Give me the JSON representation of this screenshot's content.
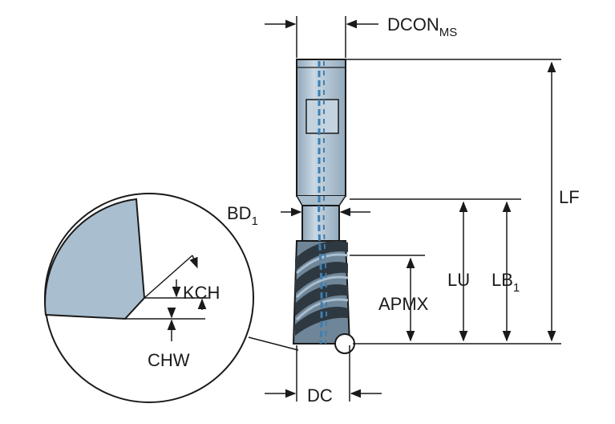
{
  "labels": {
    "dcon": {
      "main": "DCON",
      "sub": "MS"
    },
    "bd": {
      "main": "BD",
      "sub": "1"
    },
    "lf": "LF",
    "lu": "LU",
    "lb": {
      "main": "LB",
      "sub": "1"
    },
    "apmx": "APMX",
    "kch": "KCH",
    "chw": "CHW",
    "dc": "DC"
  },
  "colors": {
    "line": "#1a1a1a",
    "body_fill": "#b3c6d6",
    "coolant_channel": "#3f7fb0",
    "detail_fill": "#a9bfd0",
    "flute_dark": "#2e3840",
    "flute_light": "#8fa6b8"
  }
}
